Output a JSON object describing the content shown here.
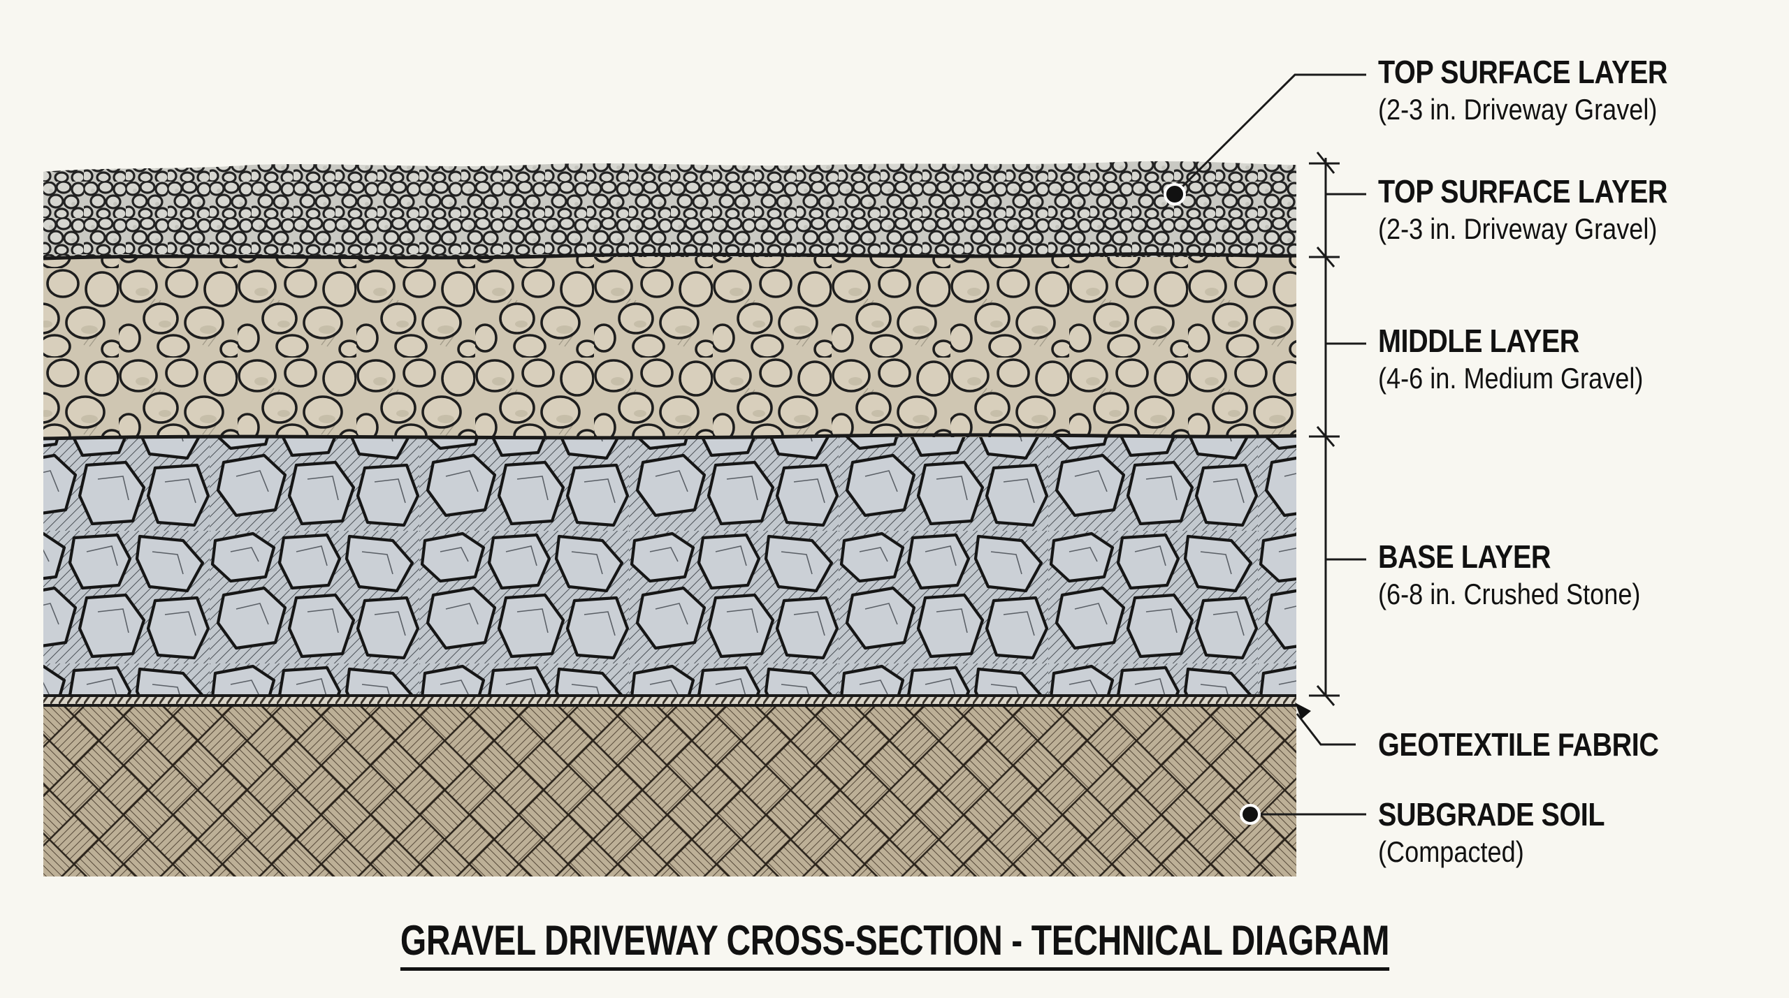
{
  "caption": "GRAVEL DRIVEWAY CROSS-SECTION - TECHNICAL DIAGRAM",
  "labels": [
    {
      "id": "top-surface-callout",
      "title": "TOP SURFACE LAYER",
      "sub": "(2-3 in. Driveway Gravel)"
    },
    {
      "id": "top-surface",
      "title": "TOP SURFACE LAYER",
      "sub": "(2-3 in. Driveway Gravel)"
    },
    {
      "id": "middle",
      "title": "MIDDLE LAYER",
      "sub": "(4-6 in. Medium Gravel)"
    },
    {
      "id": "base",
      "title": "BASE LAYER",
      "sub": "(6-8 in. Crushed Stone)"
    },
    {
      "id": "geotextile",
      "title": "GEOTEXTILE FABRIC",
      "sub": ""
    },
    {
      "id": "subgrade",
      "title": "SUBGRADE SOIL",
      "sub": "(Compacted)"
    }
  ],
  "layers": [
    {
      "name": "Top Surface Layer",
      "material": "Driveway Gravel",
      "thickness": "2-3 in.",
      "color": "#c9c9c3"
    },
    {
      "name": "Middle Layer",
      "material": "Medium Gravel",
      "thickness": "4-6 in.",
      "color": "#cfc6b2"
    },
    {
      "name": "Base Layer",
      "material": "Crushed Stone",
      "thickness": "6-8 in.",
      "color": "#c2c8ce"
    },
    {
      "name": "Geotextile Fabric",
      "material": "",
      "thickness": "",
      "color": "#8a8378"
    },
    {
      "name": "Subgrade Soil",
      "material": "Compacted",
      "thickness": "",
      "color": "#b9ab93"
    }
  ],
  "colors": {
    "background": "#f8f7f1",
    "ink": "#111111",
    "top_gravel": "#c9c9c3",
    "middle_gravel": "#cfc6b2",
    "base_stone": "#c2c8ce",
    "subgrade": "#b9ab93"
  }
}
